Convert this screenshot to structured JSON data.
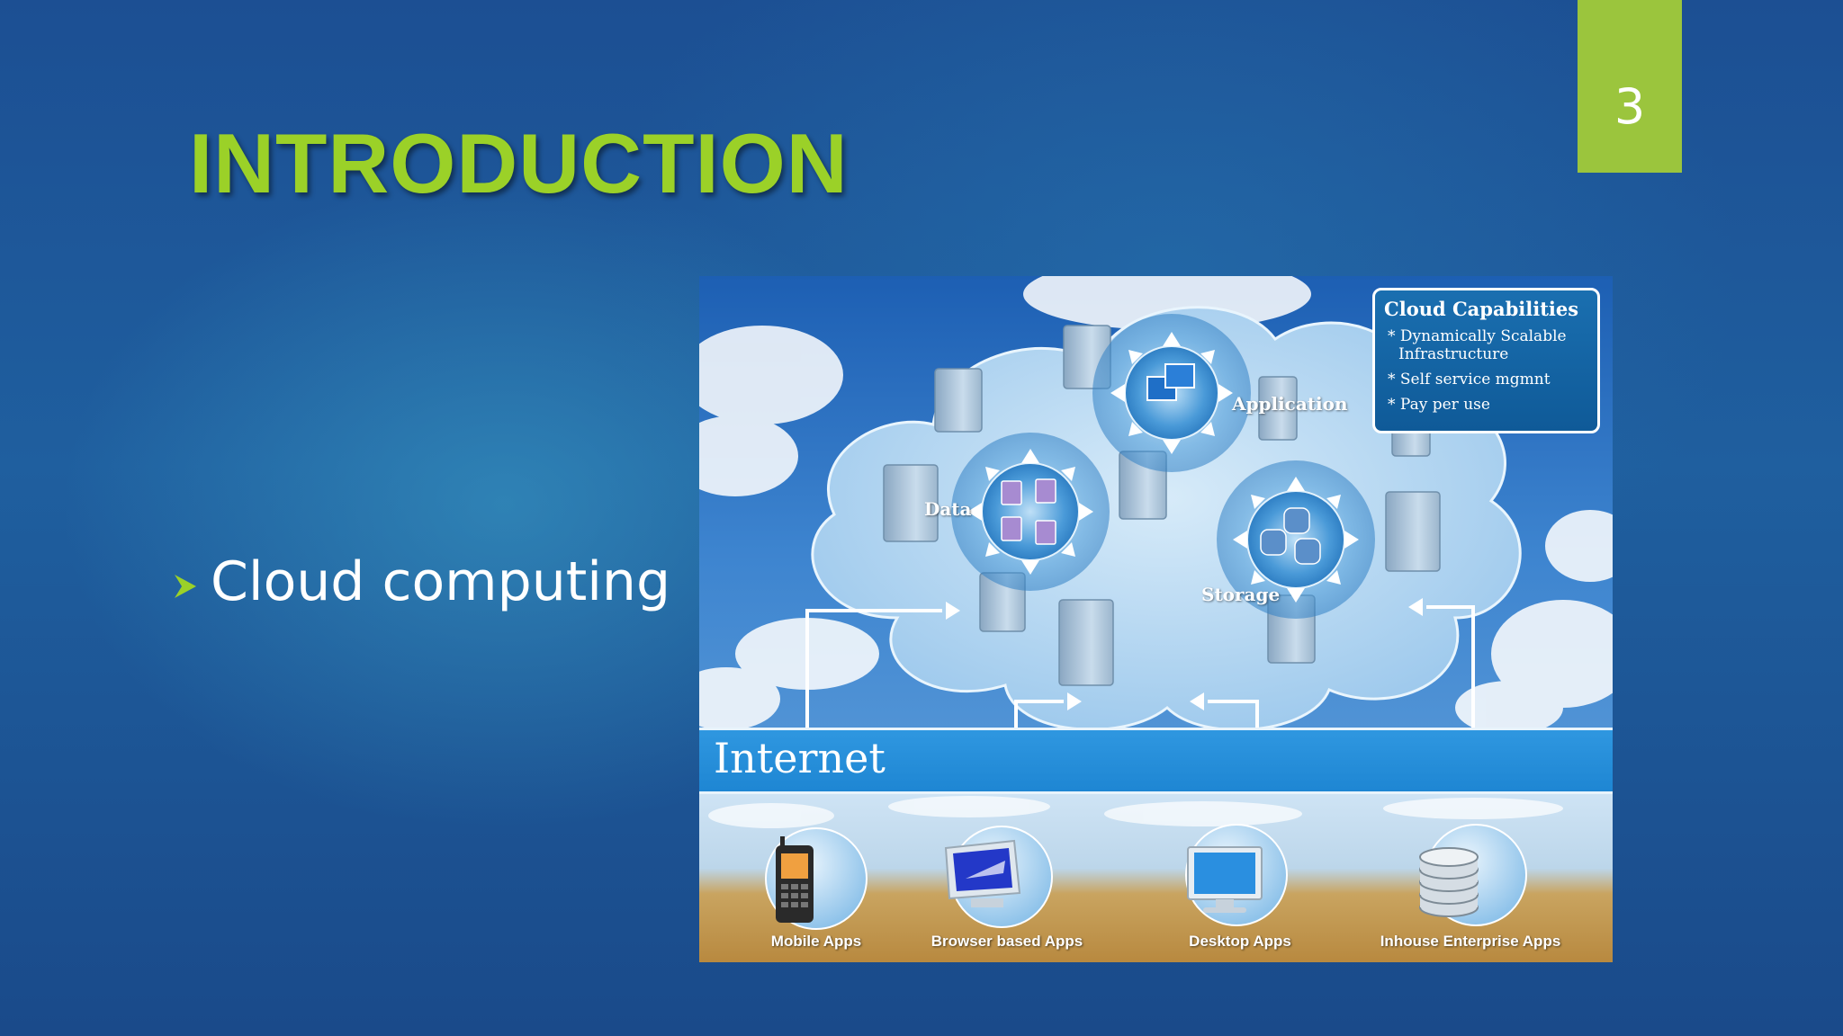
{
  "slide": {
    "page_number": "3",
    "title": "INTRODUCTION",
    "bullet": "Cloud computing"
  },
  "diagram": {
    "capabilities": {
      "title": "Cloud Capabilities",
      "items": [
        "* Dynamically Scalable Infrastructure",
        "* Self service mgmnt",
        "* Pay per use"
      ]
    },
    "nodes": {
      "application": "Application",
      "data": "Data",
      "storage": "Storage"
    },
    "internet": "Internet",
    "apps": [
      "Mobile Apps",
      "Browser based Apps",
      "Desktop Apps",
      "Inhouse Enterprise Apps"
    ]
  },
  "colors": {
    "title_green": "#9bd128",
    "page_tab_green": "#9bc53d",
    "background_blue": "#1f5f9f",
    "internet_blue": "#1e86d3"
  },
  "icons": {
    "bullet": "arrow-bullet-icon",
    "mobile": "mobile-phone-icon",
    "browser": "browser-monitor-icon",
    "desktop": "desktop-monitor-icon",
    "enterprise": "database-icon"
  }
}
